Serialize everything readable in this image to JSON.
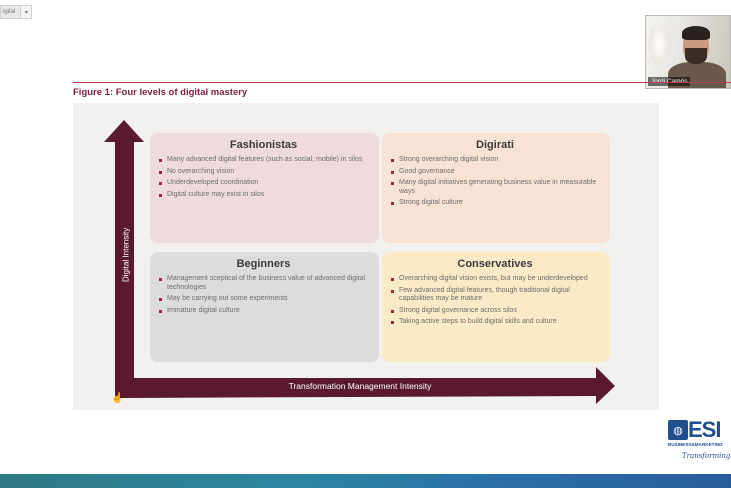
{
  "topbar": {
    "chip_text": "igital",
    "dropdown_icon": "chevron-down-icon"
  },
  "webcam": {
    "participant_name": "Jordi Camós"
  },
  "figure": {
    "title": "Figure 1: Four levels of digital mastery",
    "y_axis_label": "Digital Intensity",
    "x_axis_label": "Transformation Management Intensity",
    "quadrants": {
      "fashionistas": {
        "title": "Fashionistas",
        "items": [
          "Many advanced digital features (such as social, mobile) in silos",
          "No overarching vision",
          "Underdeveloped coordination",
          "Digital culture may exist in silos"
        ]
      },
      "digirati": {
        "title": "Digirati",
        "items": [
          "Strong overarching digital vision",
          "Good governance",
          "Many digital initiatives generating business value in measurable ways",
          "Strong digital culture"
        ]
      },
      "beginners": {
        "title": "Beginners",
        "items": [
          "Management sceptical of the business value of advanced digital technologies",
          "May be carrying out some experiments",
          "Immature digital culture"
        ]
      },
      "conservatives": {
        "title": "Conservatives",
        "items": [
          "Overarching digital vision exists, but may be underdeveloped",
          "Few advanced digital features, though traditional digital capabilities may be mature",
          "Strong digital governance across silos",
          "Taking active steps to build digital skills and culture"
        ]
      }
    }
  },
  "logo": {
    "text": "ESI",
    "subtitle": "BUSINESS&MARKETING",
    "tagline": "Transforming pe"
  },
  "colors": {
    "accent": "#5a1a2e",
    "title_color": "#7b1e3a",
    "fashionistas_bg": "#eddcdb",
    "digirati_bg": "#f6e3d6",
    "beginners_bg": "#dcdcde",
    "conservatives_bg": "#fbeac6",
    "brand_blue": "#1f4f8f"
  }
}
